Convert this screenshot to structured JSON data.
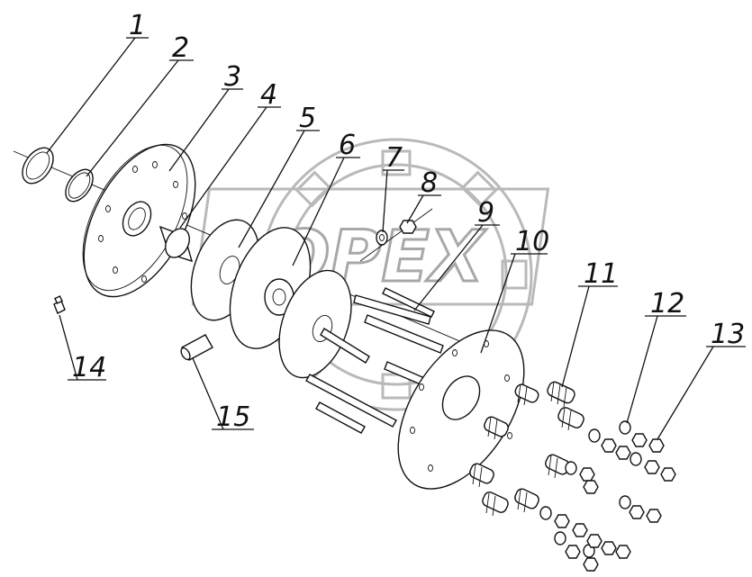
{
  "watermark": {
    "text": "OPEX"
  },
  "callouts": [
    {
      "id": "1",
      "label": "1"
    },
    {
      "id": "2",
      "label": "2"
    },
    {
      "id": "3",
      "label": "3"
    },
    {
      "id": "4",
      "label": "4"
    },
    {
      "id": "5",
      "label": "5"
    },
    {
      "id": "6",
      "label": "6"
    },
    {
      "id": "7",
      "label": "7"
    },
    {
      "id": "8",
      "label": "8"
    },
    {
      "id": "9",
      "label": "9"
    },
    {
      "id": "10",
      "label": "10"
    },
    {
      "id": "11",
      "label": "11"
    },
    {
      "id": "12",
      "label": "12"
    },
    {
      "id": "13",
      "label": "13"
    },
    {
      "id": "14",
      "label": "14"
    },
    {
      "id": "15",
      "label": "15"
    }
  ]
}
